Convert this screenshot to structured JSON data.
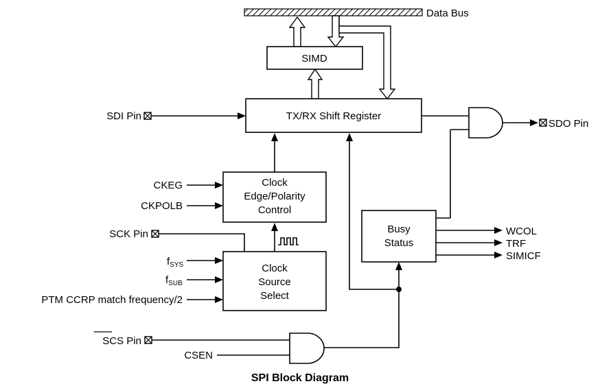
{
  "diagram": {
    "title": "SPI Block Diagram",
    "bus_label": "Data Bus",
    "blocks": {
      "simd": "SIMD",
      "shift_register": "TX/RX Shift Register",
      "clock_edge": [
        "Clock",
        "Edge/Polarity",
        "Control"
      ],
      "clock_source": [
        "Clock",
        "Source",
        "Select"
      ],
      "busy_status": [
        "Busy",
        "Status"
      ]
    },
    "inputs": {
      "sdi_pin": "SDI Pin",
      "ckeg": "CKEG",
      "ckpolb": "CKPOLB",
      "sck_pin": "SCK Pin",
      "fsys_main": "f",
      "fsys_sub": "SYS",
      "fsub_main": "f",
      "fsub_sub": "SUB",
      "ptm": "PTM CCRP match frequency/2",
      "scs_pin": "SCS Pin",
      "scs_overbar_text": "SCS",
      "csen": "CSEN"
    },
    "outputs": {
      "sdo_pin": "SDO Pin",
      "wcol": "WCOL",
      "trf": "TRF",
      "simicf": "SIMICF"
    }
  }
}
